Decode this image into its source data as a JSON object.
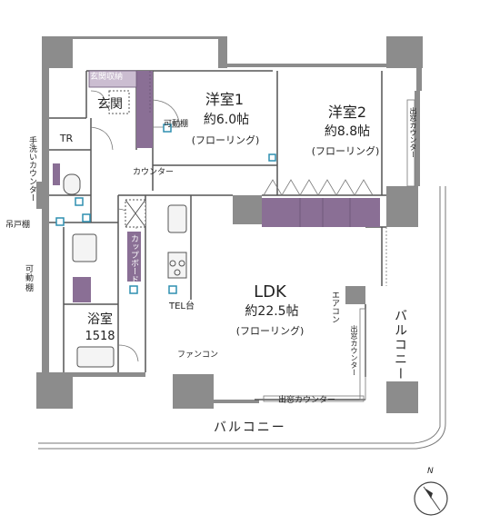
{
  "rooms": {
    "western1": {
      "name": "洋室1",
      "size": "約6.0帖",
      "floor": "(フローリング)"
    },
    "western2": {
      "name": "洋室2",
      "size": "約8.8帖",
      "floor": "(フローリング)"
    },
    "ldk": {
      "name": "LDK",
      "size": "約22.5帖",
      "floor": "(フローリング)"
    },
    "entrance": {
      "name": "玄関"
    },
    "bath": {
      "name": "浴室",
      "size": "1518"
    },
    "tr": {
      "name": "TR"
    }
  },
  "labels": {
    "entrance_storage": "玄関収納",
    "movable_shelf_top": "可動棚",
    "counter": "カウンター",
    "handwash_counter": "手洗いカウンター",
    "hanging_shelf": "吊戸棚",
    "movable_shelf_left": "可動棚",
    "cupboard": "カップボード",
    "tel_stand": "TEL台",
    "air_conditioner": "エアコン",
    "fan_coil": "ファンコン",
    "bay_counter_top_right": "出窓カウンター",
    "bay_counter_right": "出窓カウンター",
    "bay_counter_bottom": "出窓カウンター",
    "balcony_bottom": "バルコニー",
    "balcony_right": "バルコニー"
  },
  "compass": {
    "label": "N"
  },
  "colors": {
    "wall": "#8c8c8c",
    "storage": "#8a6f95",
    "accent_blue": "#2f8fb0",
    "line": "#555555"
  }
}
